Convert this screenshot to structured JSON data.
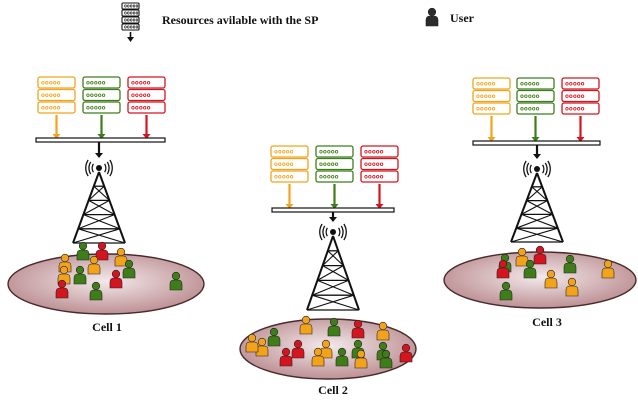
{
  "legend": {
    "resources_label": "Resources avilable with the SP",
    "user_label": "User",
    "resources_icon": "server-rack-icon",
    "user_icon": "user-icon"
  },
  "colors": {
    "orange": "#f2a31b",
    "green": "#3f7d1a",
    "red": "#d4141f",
    "dark": "#2b2b2b",
    "cell_fill_center": "#f3e9ea",
    "cell_fill_edge": "#b8888c",
    "cell_stroke": "#4a2a2c"
  },
  "server_dots": "ooooo",
  "cells": [
    {
      "label": "Cell 1",
      "users": [
        "orange",
        "green",
        "red",
        "orange",
        "orange",
        "green",
        "green",
        "red",
        "orange",
        "red",
        "green",
        "green"
      ]
    },
    {
      "label": "Cell 2",
      "users": [
        "orange",
        "green",
        "red",
        "orange",
        "green",
        "orange",
        "red",
        "orange",
        "green",
        "green",
        "orange",
        "red",
        "orange",
        "green",
        "orange",
        "green",
        "red"
      ]
    },
    {
      "label": "Cell 3",
      "users": [
        "green",
        "orange",
        "red",
        "red",
        "orange",
        "green",
        "orange",
        "orange",
        "green",
        "green"
      ]
    }
  ]
}
